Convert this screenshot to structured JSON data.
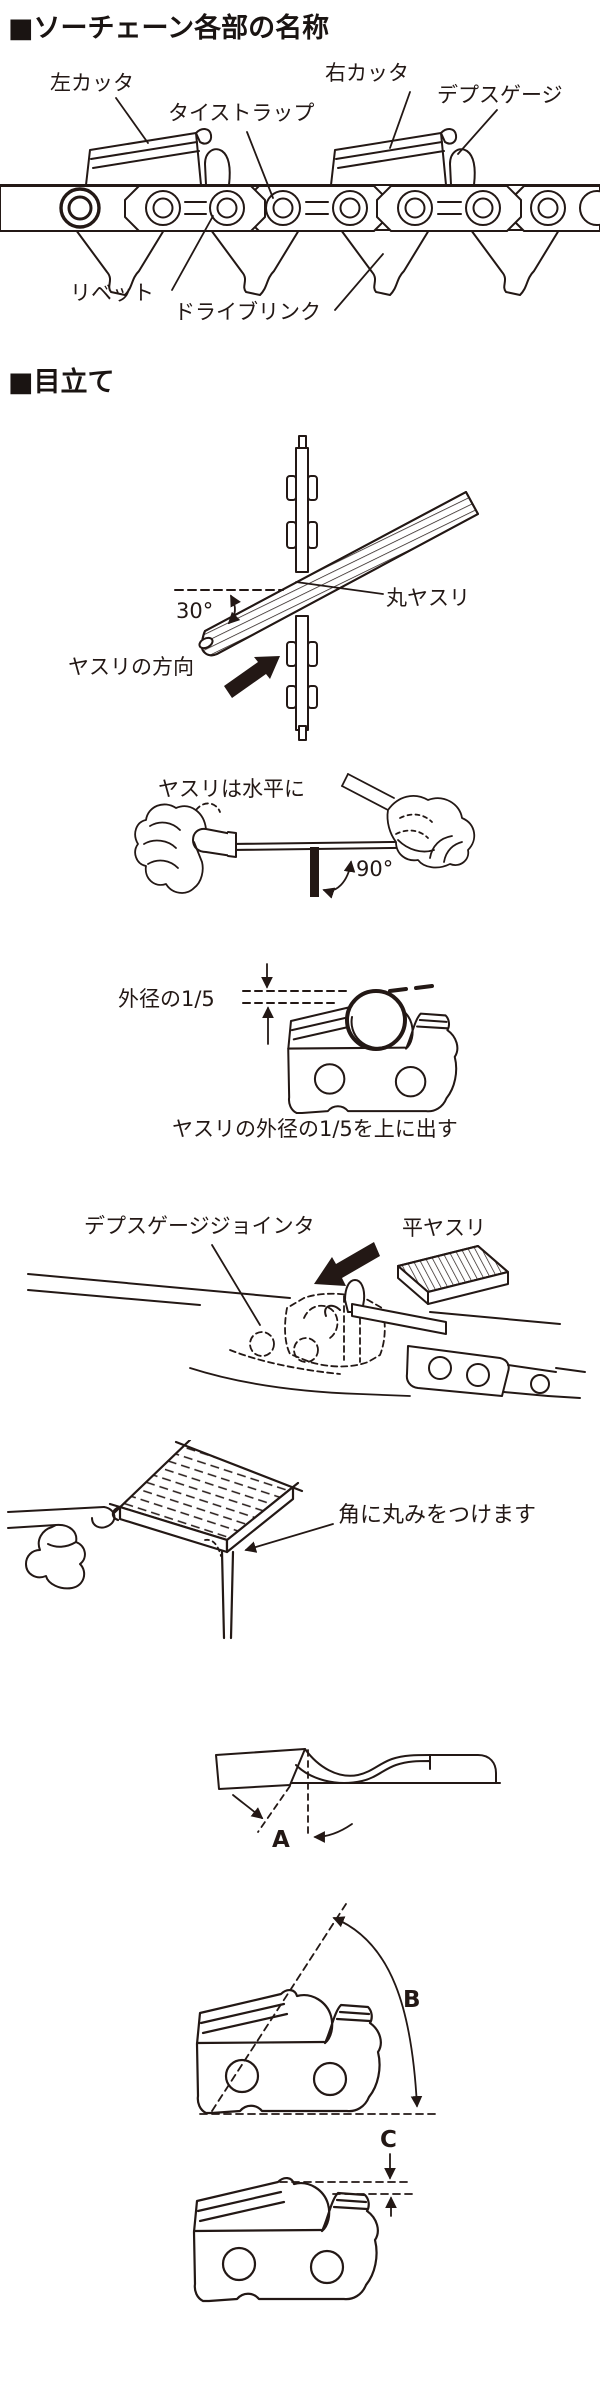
{
  "colors": {
    "ink": "#231815",
    "bg": "#ffffff"
  },
  "parts": {
    "title": "■ソーチェーン各部の名称",
    "labels": {
      "left_cutter": "左カッタ",
      "tie_strap": "タイストラップ",
      "right_cutter": "右カッタ",
      "depth_gauge": "デプスゲージ",
      "rivet": "リベット",
      "drive_link": "ドライブリンク"
    }
  },
  "sharpen": {
    "title": "■目立て",
    "round_file": {
      "angle_label": "30°",
      "file_label": "丸ヤスリ",
      "direction_label": "ヤスリの方向"
    },
    "level": {
      "caption": "ヤスリは水平に",
      "angle_label": "90°"
    },
    "one_fifth": {
      "measure_label": "外径の1/5",
      "caption": "ヤスリの外径の1/5を上に出す"
    },
    "jointer": {
      "tool_label": "デプスゲージジョインタ",
      "file_label": "平ヤスリ"
    },
    "corner": {
      "caption": "角に丸みをつけます"
    },
    "angles": {
      "a": "A",
      "b": "B",
      "c": "C"
    }
  }
}
